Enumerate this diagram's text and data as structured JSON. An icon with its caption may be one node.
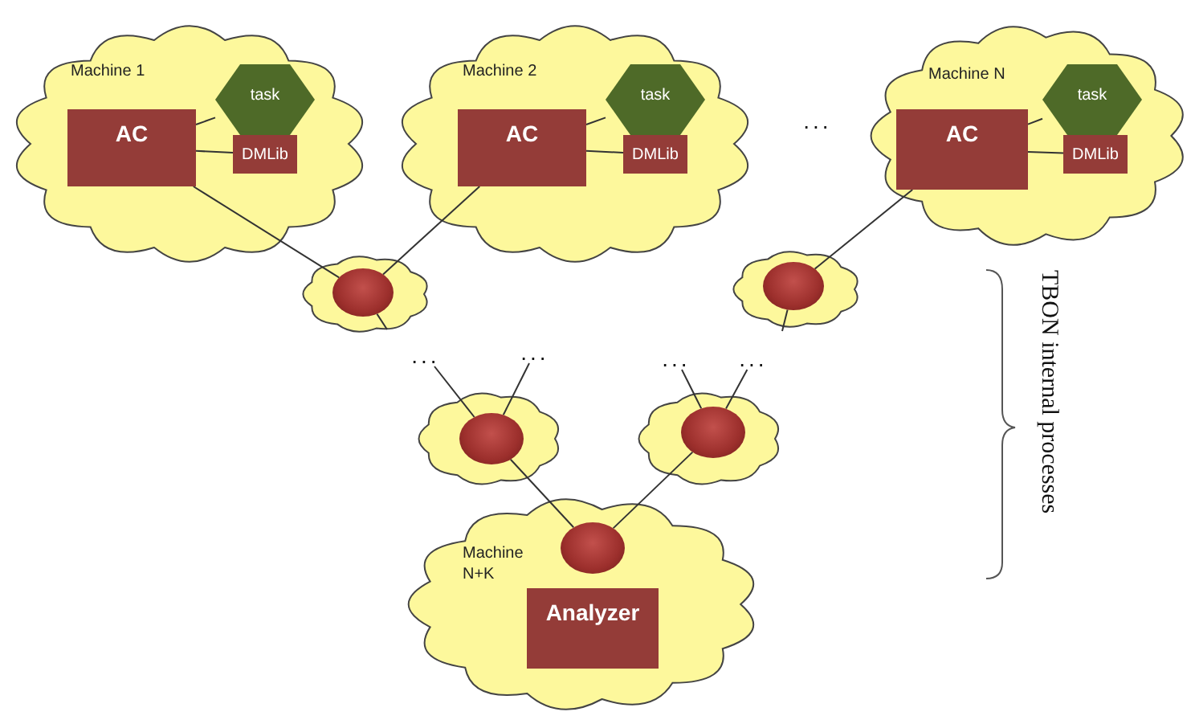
{
  "diagram": {
    "nodes": [
      {
        "text": [
          "Machine 1"
        ]
      },
      {
        "text": [
          "AC"
        ],
        "in": 0
      },
      {
        "text": [
          "task"
        ],
        "in": 0
      },
      {
        "text": [
          "DMLib"
        ],
        "in": 0
      },
      {
        "text": [
          "Machine 2"
        ]
      },
      {
        "text": [
          "AC"
        ],
        "in": 4
      },
      {
        "text": [
          "task"
        ],
        "in": 4
      },
      {
        "text": [
          "DMLib"
        ],
        "in": 4
      },
      {
        "text": [
          "Machine N"
        ]
      },
      {
        "text": [
          "AC"
        ],
        "in": 8
      },
      {
        "text": [
          "task"
        ],
        "in": 8
      },
      {
        "text": [
          "DMLib"
        ],
        "in": 8
      },
      {
        "text": [],
        "shape": "cloud"
      },
      {
        "text": [],
        "shape": "circle",
        "in": 12
      },
      {
        "text": [],
        "shape": "cloud"
      },
      {
        "text": [],
        "shape": "circle",
        "in": 14
      },
      {
        "text": [
          "..."
        ]
      },
      {
        "text": [
          "..."
        ]
      },
      {
        "text": [
          "..."
        ]
      },
      {
        "text": [
          "..."
        ]
      },
      {
        "text": [],
        "shape": "cloud"
      },
      {
        "text": [],
        "shape": "circle",
        "in": 20
      },
      {
        "text": [],
        "shape": "cloud"
      },
      {
        "text": [],
        "shape": "circle",
        "in": 22
      },
      {
        "text": [
          "Machine N+K"
        ]
      },
      {
        "text": [],
        "shape": "circle",
        "in": 24
      },
      {
        "text": [
          "Analyzer"
        ],
        "in": 24
      }
    ],
    "edges": [
      {
        "from": 1,
        "to": 2,
        "arrow": "none"
      },
      {
        "from": 1,
        "to": 3,
        "arrow": "none"
      },
      {
        "from": 5,
        "to": 6,
        "arrow": "none"
      },
      {
        "from": 5,
        "to": 7,
        "arrow": "none"
      },
      {
        "from": 9,
        "to": 10,
        "arrow": "none"
      },
      {
        "from": 9,
        "to": 11,
        "arrow": "none"
      },
      {
        "from": 1,
        "to": 13,
        "arrow": "none"
      },
      {
        "from": 5,
        "to": 13,
        "arrow": "none"
      },
      {
        "from": 9,
        "to": 15,
        "arrow": "none"
      },
      {
        "from": 13,
        "to": null,
        "arrow": "none"
      },
      {
        "from": 15,
        "to": null,
        "arrow": "none"
      },
      {
        "from": 16,
        "to": 21,
        "arrow": "none"
      },
      {
        "from": 17,
        "to": 21,
        "arrow": "none"
      },
      {
        "from": 18,
        "to": 23,
        "arrow": "none"
      },
      {
        "from": 19,
        "to": 23,
        "arrow": "none"
      },
      {
        "from": 21,
        "to": 25,
        "arrow": "none"
      },
      {
        "from": 23,
        "to": 25,
        "arrow": "none"
      }
    ],
    "labels": [
      "...",
      "TBON internal processes"
    ]
  }
}
